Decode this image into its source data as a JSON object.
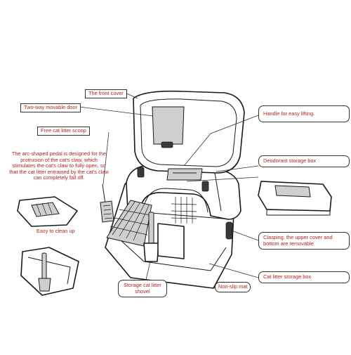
{
  "labels": {
    "front_cover": "The front cover",
    "door": "Two-way movable door",
    "scoop": "Free cat litter scoop",
    "pedal": "The arc-shaped pedal is designed for the protrusion of the cat's claw, which stimulates the cat's claw to fully open, so that the cat litter entrained by the cat's claw can completely fall off.",
    "clean": "Easy to clean up",
    "handle": "Handle for easy lifting.",
    "deodorant": "Deodorant storage box",
    "clasping": "Clasping, the upper cover and bottom are removable.",
    "litter_box": "Cat litter storage box",
    "shovel": "Storage cat litter shovel",
    "nonslip": "Non-slip mat"
  },
  "colors": {
    "label_text": "#b22222",
    "outline": "#1a1a1a"
  }
}
